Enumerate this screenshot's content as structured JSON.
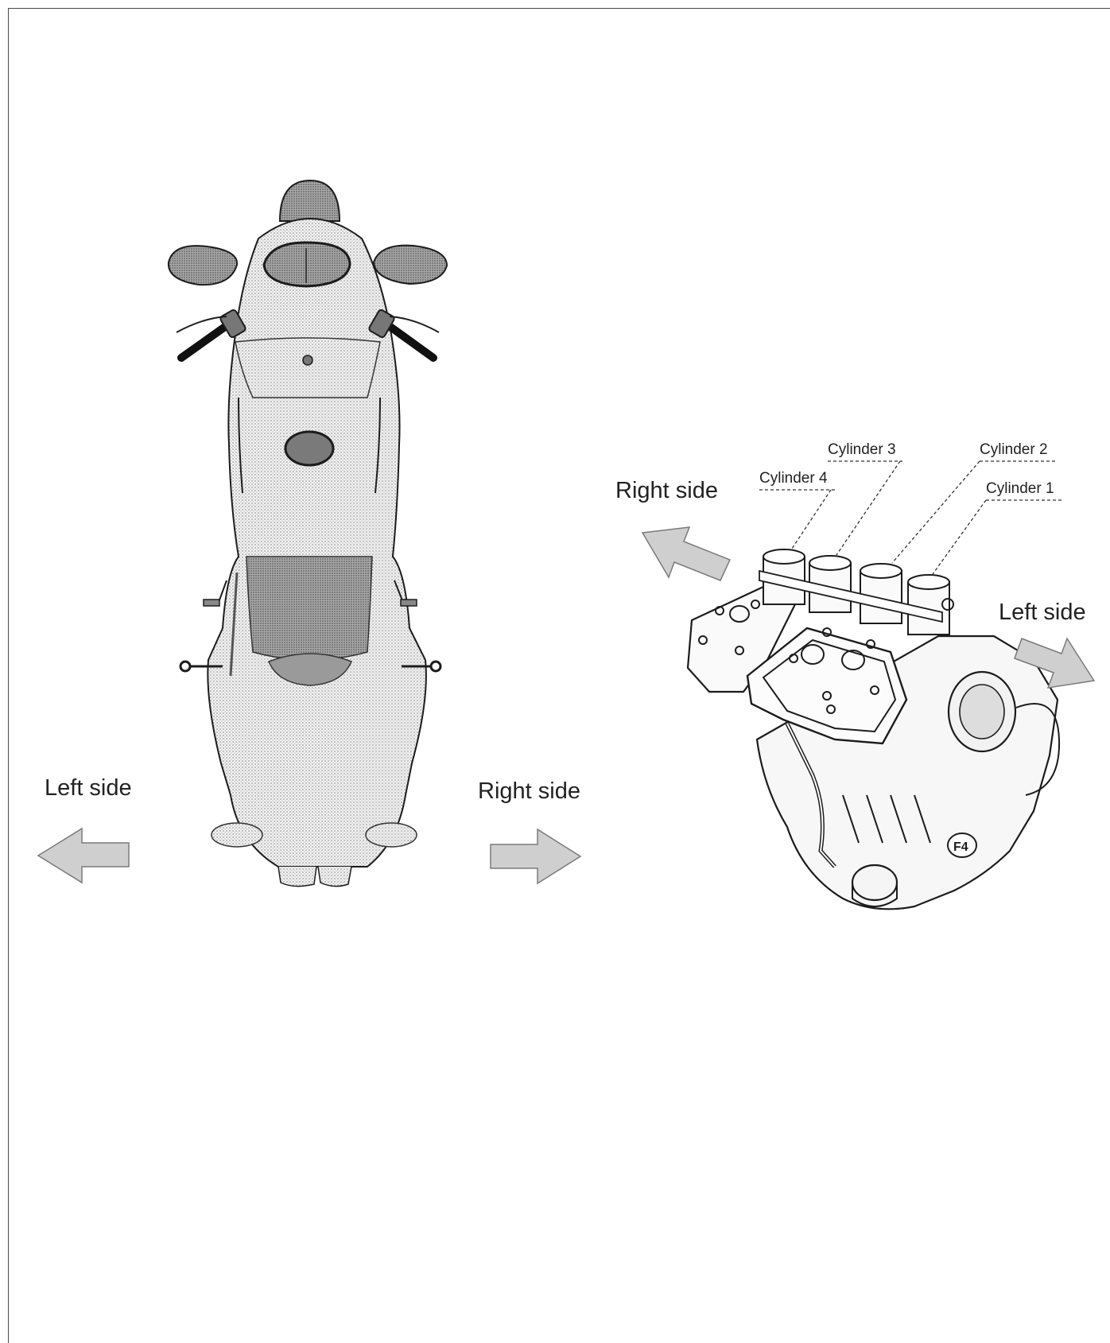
{
  "motorcycle_view": {
    "left_label": "Left side",
    "right_label": "Right side"
  },
  "engine_view": {
    "right_label": "Right side",
    "left_label": "Left side",
    "cylinders": [
      "Cylinder 4",
      "Cylinder 3",
      "Cylinder 2",
      "Cylinder 1"
    ],
    "logo_text": "F4"
  },
  "colors": {
    "arrow_fill": "#cfcfcf",
    "arrow_stroke": "#7a7a7a",
    "stipple_light": "#ececec",
    "stipple_mid": "#bdbdbd",
    "stipple_dark": "#8f8f8f",
    "ink": "#1c1c1c"
  }
}
